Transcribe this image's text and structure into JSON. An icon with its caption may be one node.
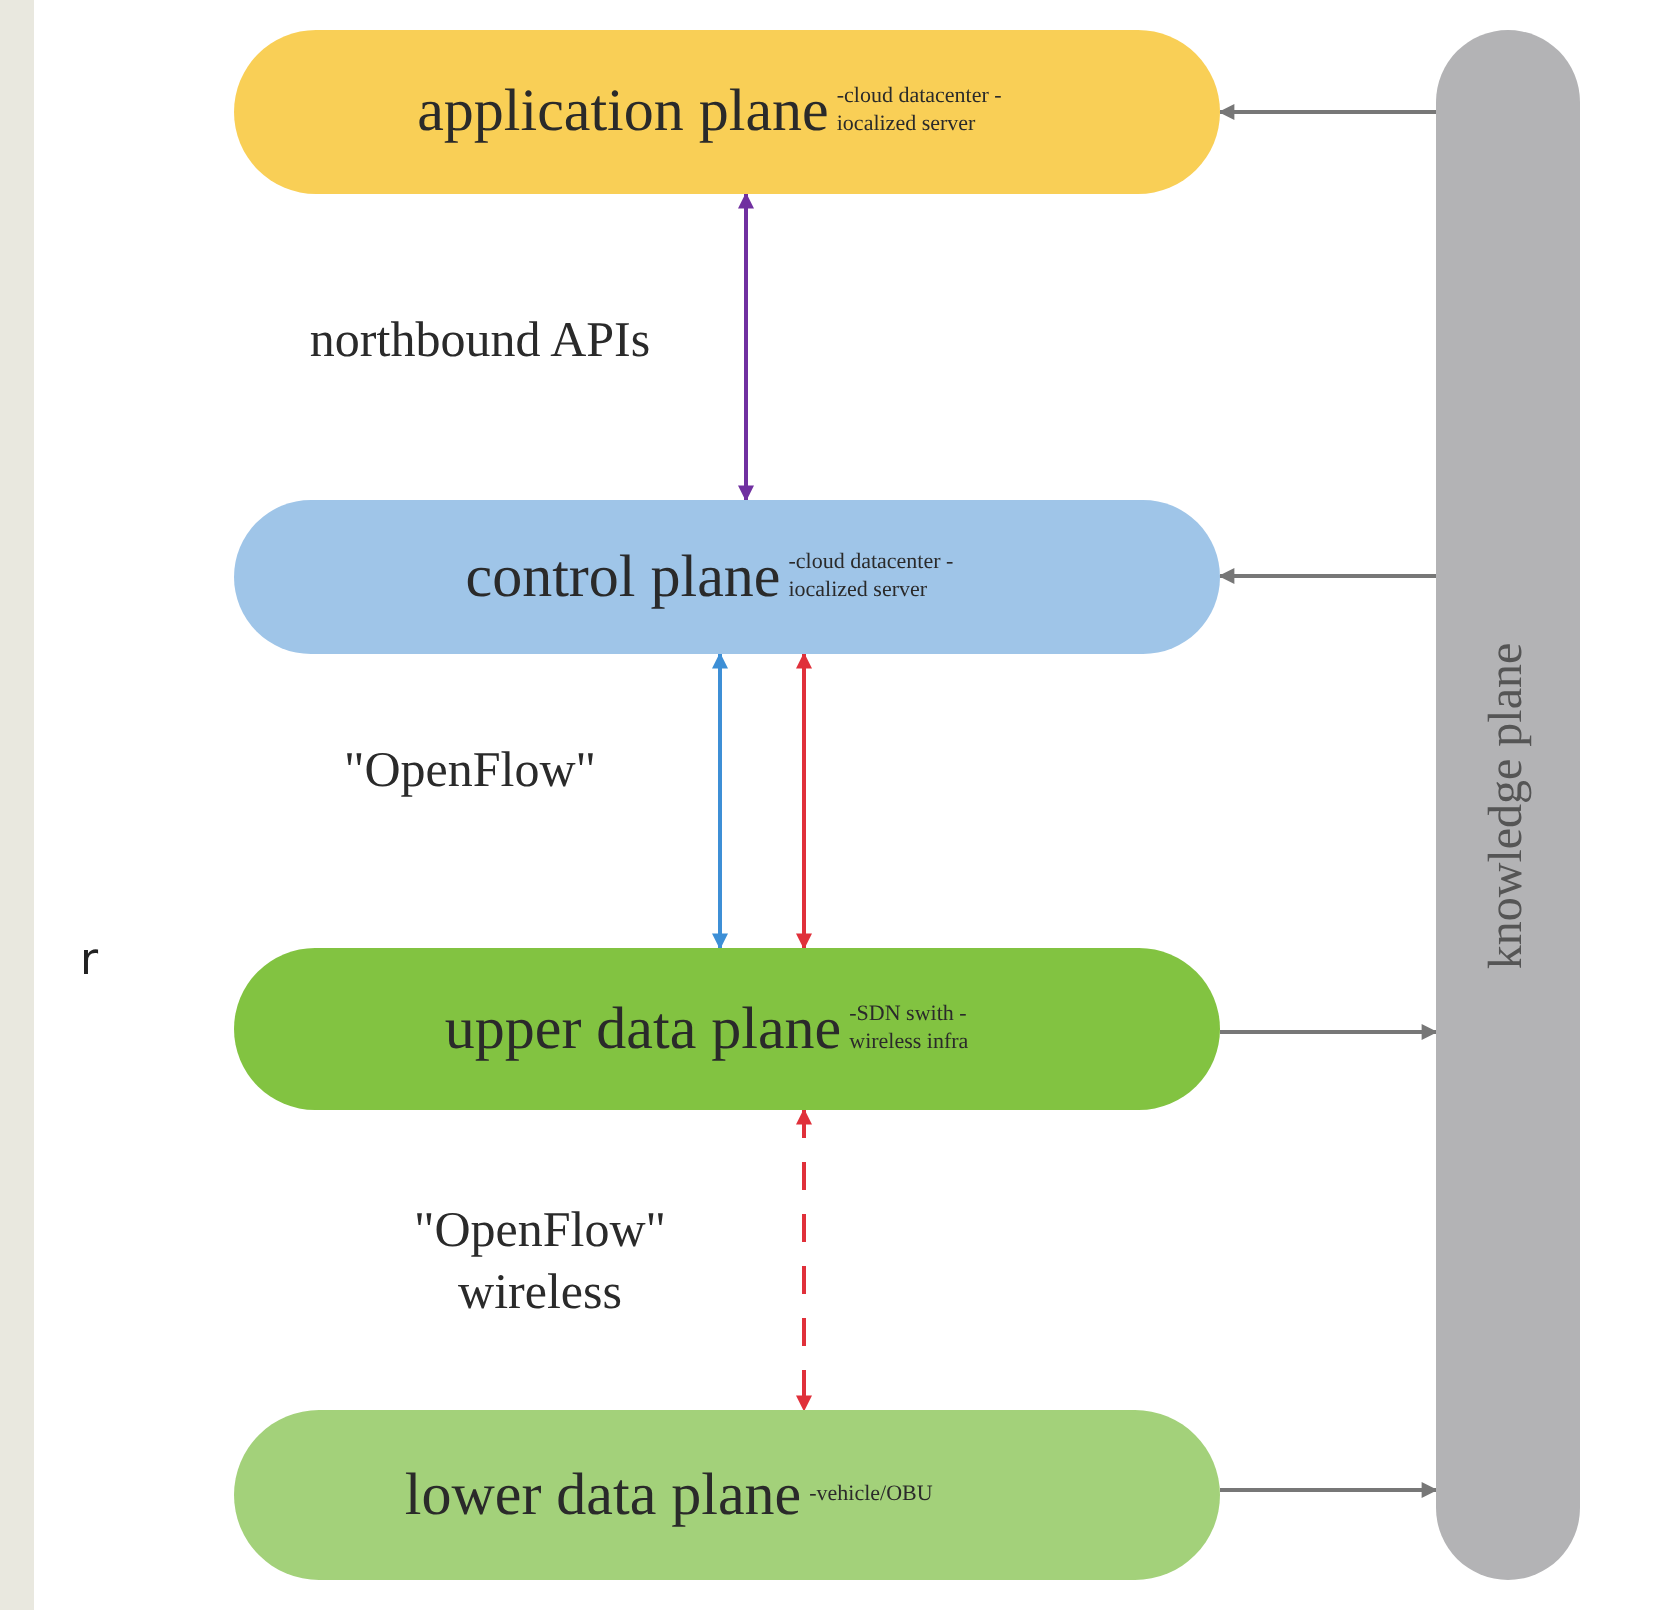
{
  "diagram": {
    "nodes": [
      {
        "text": [
          "application plane",
          "-cloud datacenter -iocalized server"
        ]
      },
      {
        "text": [
          "control plane",
          "-cloud datacenter -iocalized server"
        ]
      },
      {
        "text": [
          "upper data plane",
          "-SDN swith -wireless infra"
        ]
      },
      {
        "text": [
          "lower data plane",
          "-vehicle/OBU"
        ]
      },
      {
        "text": [
          "knowledge plane"
        ]
      }
    ],
    "edges": [
      {
        "from": 4,
        "to": 0,
        "arrow": "to"
      },
      {
        "from": 4,
        "to": 1,
        "arrow": "to"
      },
      {
        "from": 2,
        "to": 4,
        "arrow": "to"
      },
      {
        "from": 3,
        "to": 4,
        "arrow": "to"
      },
      {
        "from": 0,
        "to": 1,
        "arrow": "both",
        "label": "northbound APIs",
        "color": "#7030a0"
      },
      {
        "from": 1,
        "to": 2,
        "arrow": "both",
        "label": "\"OpenFlow\"",
        "color": "#3d8fd6"
      },
      {
        "from": 1,
        "to": 2,
        "arrow": "both",
        "color": "#e0303a"
      },
      {
        "from": 2,
        "to": 3,
        "arrow": "both",
        "label": "\"OpenFlow\" wireless",
        "style": "dashed",
        "color": "#e0303a"
      }
    ],
    "labels": [
      "r"
    ]
  }
}
